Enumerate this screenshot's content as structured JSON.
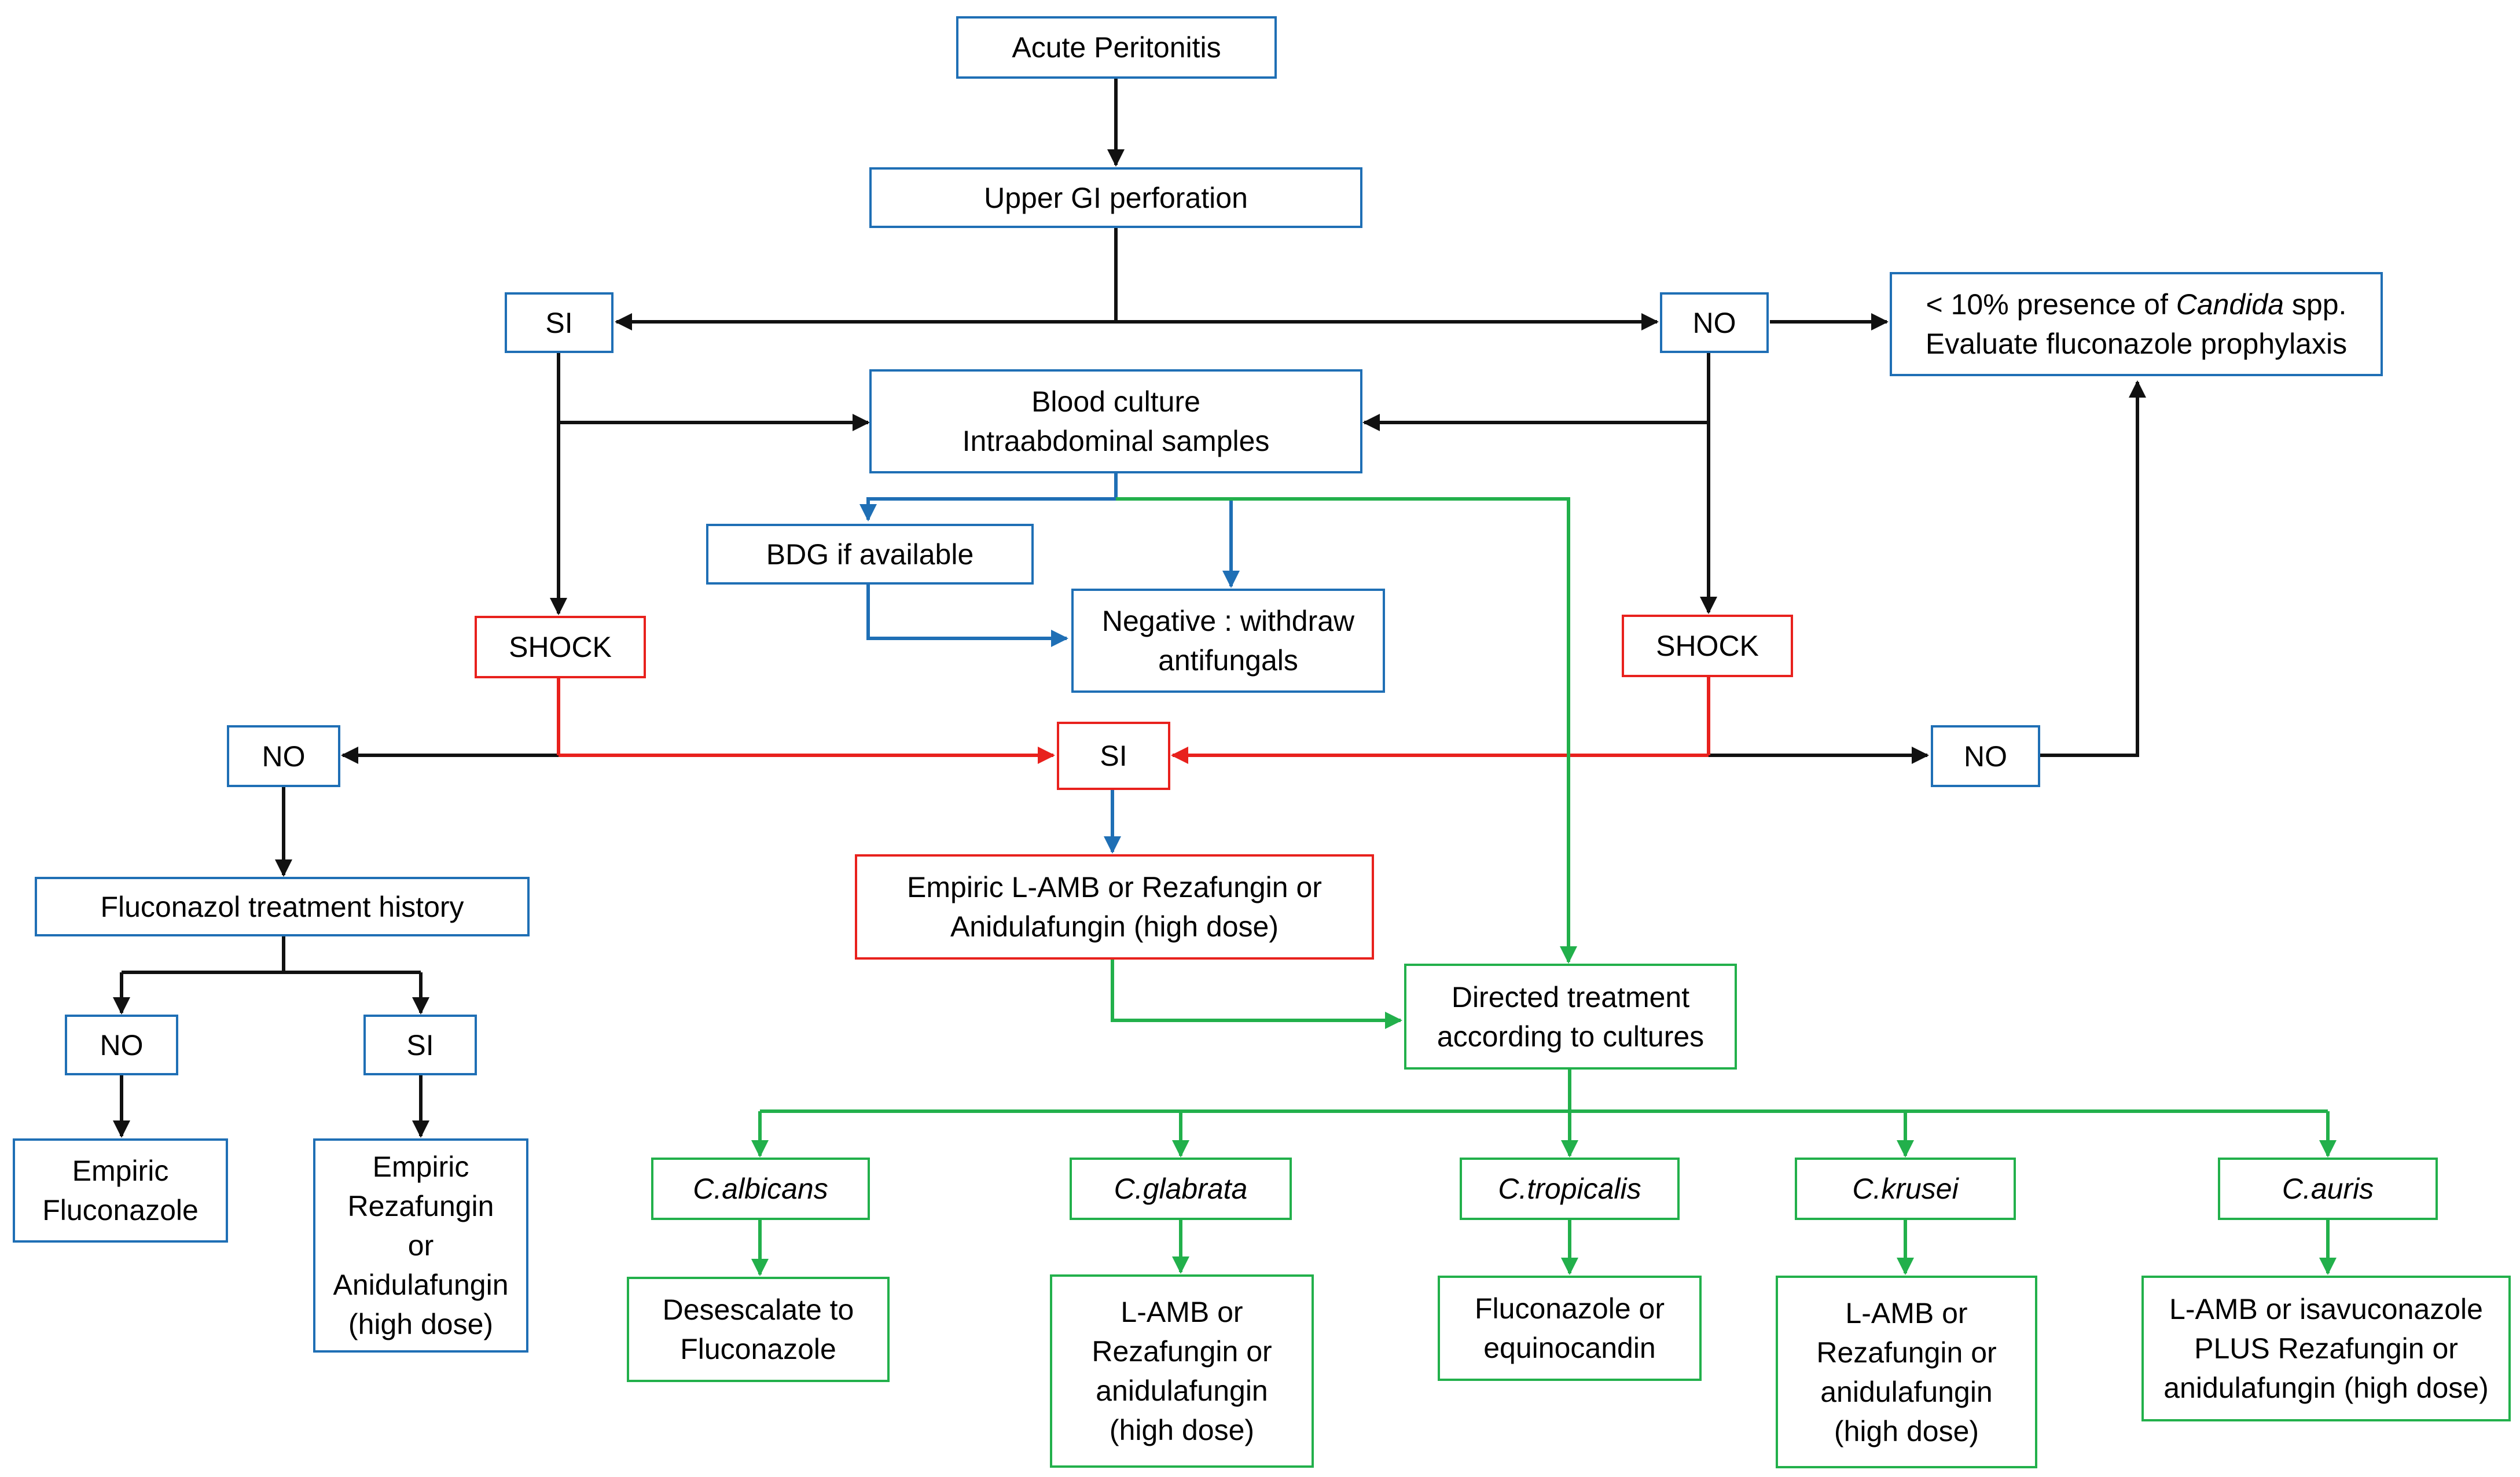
{
  "colors": {
    "black_arrow": "#111111",
    "blue_box_border": "#1f6fb5",
    "blue_arrow": "#1f6fb5",
    "red": "#e8211d",
    "green": "#22b04b"
  },
  "nodes": {
    "acute_peritonitis": "Acute Peritonitis",
    "upper_gi_perforation": "Upper GI perforation",
    "si_left": "SI",
    "no_right": "NO",
    "candida_presence": {
      "line1_prefix": "< 10% presence of ",
      "line1_italic": "Candida",
      "line1_suffix": " spp.",
      "line2": "Evaluate fluconazole prophylaxis"
    },
    "cultures": {
      "line1": "Blood culture",
      "line2": "Intraabdominal samples"
    },
    "bdg": "BDG if available",
    "negative": {
      "line1": "Negative : withdraw",
      "line2": "antifungals"
    },
    "shock_left": "SHOCK",
    "shock_right": "SHOCK",
    "no_left": "NO",
    "si_center": "SI",
    "no_right_lower": "NO",
    "fluconazol_history": "Fluconazol treatment history",
    "empiric_lamb": {
      "line1": "Empiric  L-AMB or Rezafungin or",
      "line2": "Anidulafungin  (high dose)"
    },
    "directed": {
      "line1": "Directed treatment",
      "line2": "according to cultures"
    },
    "history_no": "NO",
    "history_si": "SI",
    "empiric_fluconazole": {
      "line1": "Empiric",
      "line2": "Fluconazole"
    },
    "empiric_rezafungin": {
      "line1": "Empiric",
      "line2": "Rezafungin",
      "line3": "or",
      "line4": "Anidulafungin",
      "line5": "(high dose)"
    },
    "species": [
      {
        "name": "C.albicans",
        "treatment": [
          "Desescalate to",
          "Fluconazole"
        ]
      },
      {
        "name": "C.glabrata",
        "treatment": [
          "L-AMB or",
          "Rezafungin  or",
          "anidulafungin",
          "(high dose)"
        ]
      },
      {
        "name": "C.tropicalis",
        "treatment": [
          "Fluconazole  or",
          "equinocandin"
        ]
      },
      {
        "name": "C.krusei",
        "treatment": [
          "L-AMB or",
          "Rezafungin  or",
          "anidulafungin",
          "(high dose)"
        ]
      },
      {
        "name": "C.auris",
        "treatment": [
          "L-AMB or isavuconazole",
          "PLUS Rezafungin  or",
          "anidulafungin  (high dose)"
        ]
      }
    ]
  }
}
